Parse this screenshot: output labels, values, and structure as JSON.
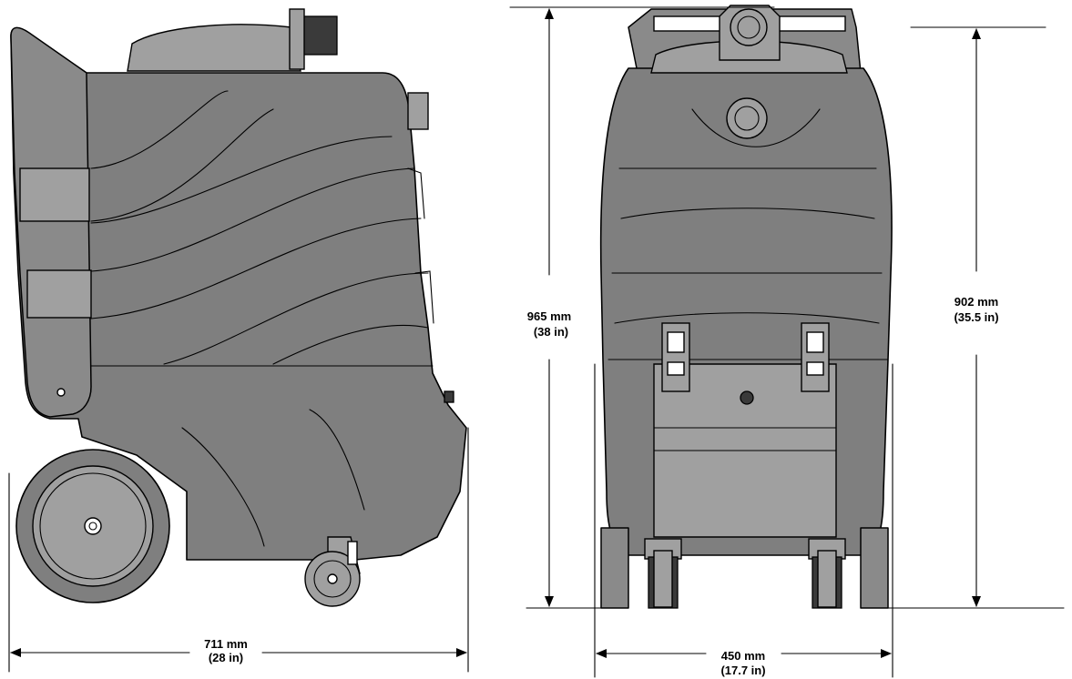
{
  "dimensions": {
    "side_length": {
      "mm": "711 mm",
      "in": "(28 in)"
    },
    "front_height_outer": {
      "mm": "965 mm",
      "in": "(38 in)"
    },
    "front_height_inner": {
      "mm": "902 mm",
      "in": "(35.5 in)"
    },
    "front_width": {
      "mm": "450 mm",
      "in": "(17.7 in)"
    }
  },
  "colors": {
    "body_fill": "#7f7f7f",
    "line": "#000000",
    "background": "#ffffff"
  }
}
